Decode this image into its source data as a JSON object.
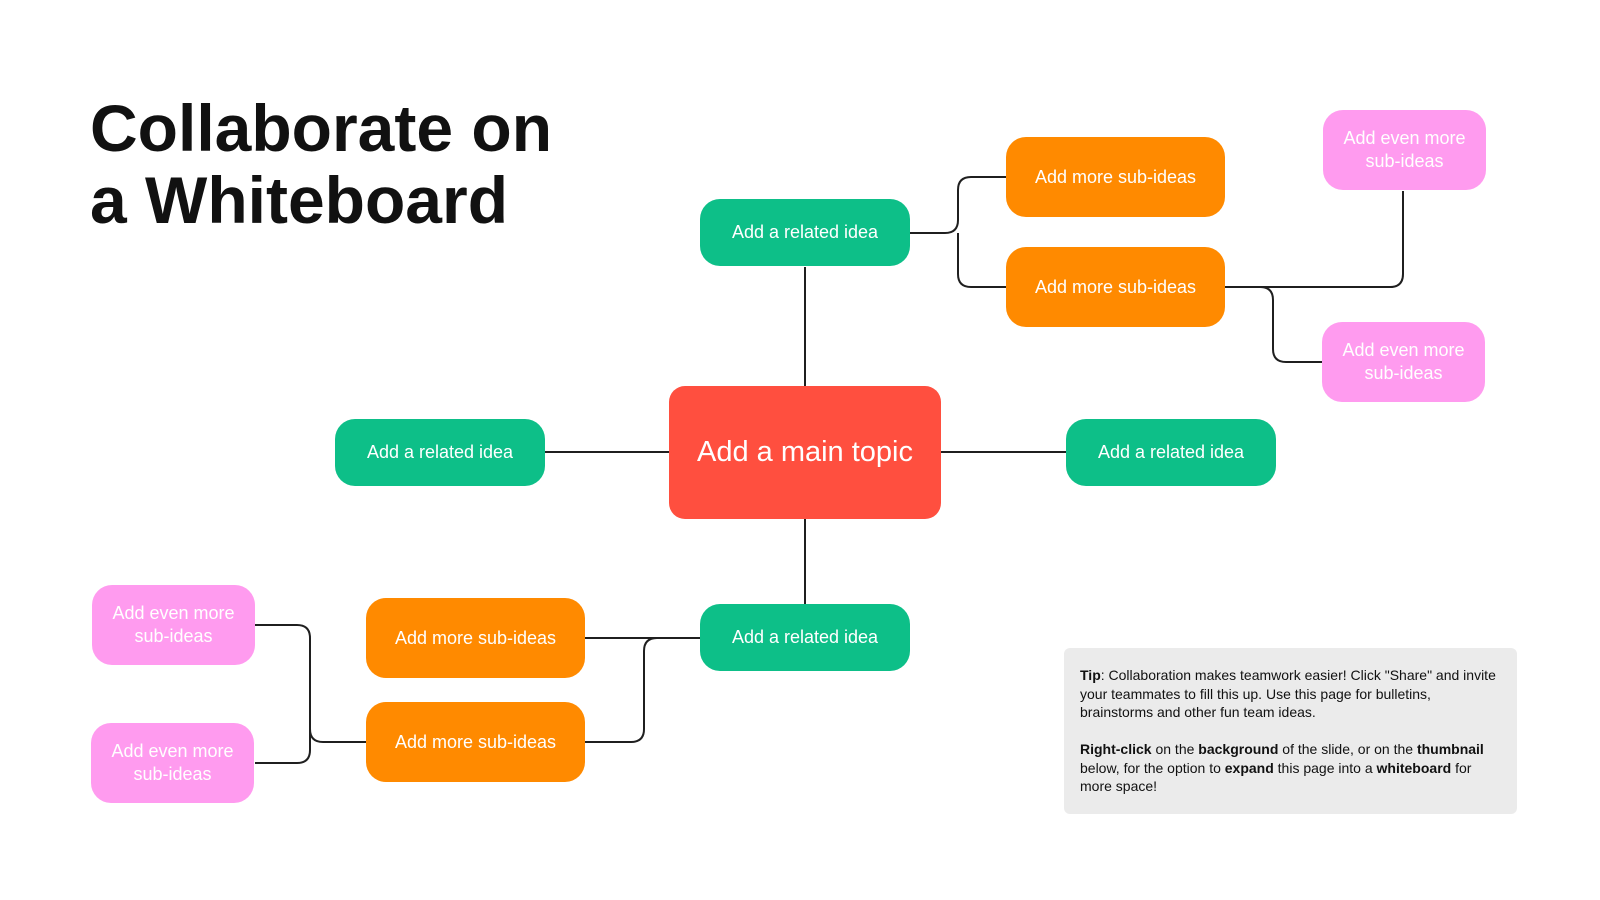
{
  "title": {
    "line1": "Collaborate on",
    "line2": "a Whiteboard"
  },
  "colors": {
    "main": "#FF4F3F",
    "related": "#0DBF88",
    "sub": "#FF8A00",
    "even": "#FF9BEF",
    "connector": "#1F1F1F",
    "tip_bg": "#EBEBEB"
  },
  "mindmap": {
    "main_topic": "Add a main topic",
    "related_top": "Add a related idea",
    "related_left": "Add a related idea",
    "related_right": "Add a related idea",
    "related_bottom": "Add a related idea",
    "sub_top_1": "Add more sub-ideas",
    "sub_top_2": "Add more sub-ideas",
    "sub_bottom_1": "Add more sub-ideas",
    "sub_bottom_2": "Add more sub-ideas",
    "even_top_1": "Add even more sub-ideas",
    "even_top_2": "Add even more sub-ideas",
    "even_bottom_1": "Add even more sub-ideas",
    "even_bottom_2": "Add even more sub-ideas"
  },
  "tip": {
    "p1_label": "Tip",
    "p1_text": ": Collaboration makes teamwork easier! Click \"Share\" and invite your teammates to fill this up. Use this page for bulletins, brainstorms and other fun team ideas.",
    "p2_a": "Right-click",
    "p2_b": " on the ",
    "p2_c": "background",
    "p2_d": " of the slide, or on the ",
    "p2_e": "thumbnail",
    "p2_f": " below, for the option to ",
    "p2_g": "expand",
    "p2_h": " this page into a ",
    "p2_i": "whiteboard",
    "p2_j": " for more space!"
  }
}
